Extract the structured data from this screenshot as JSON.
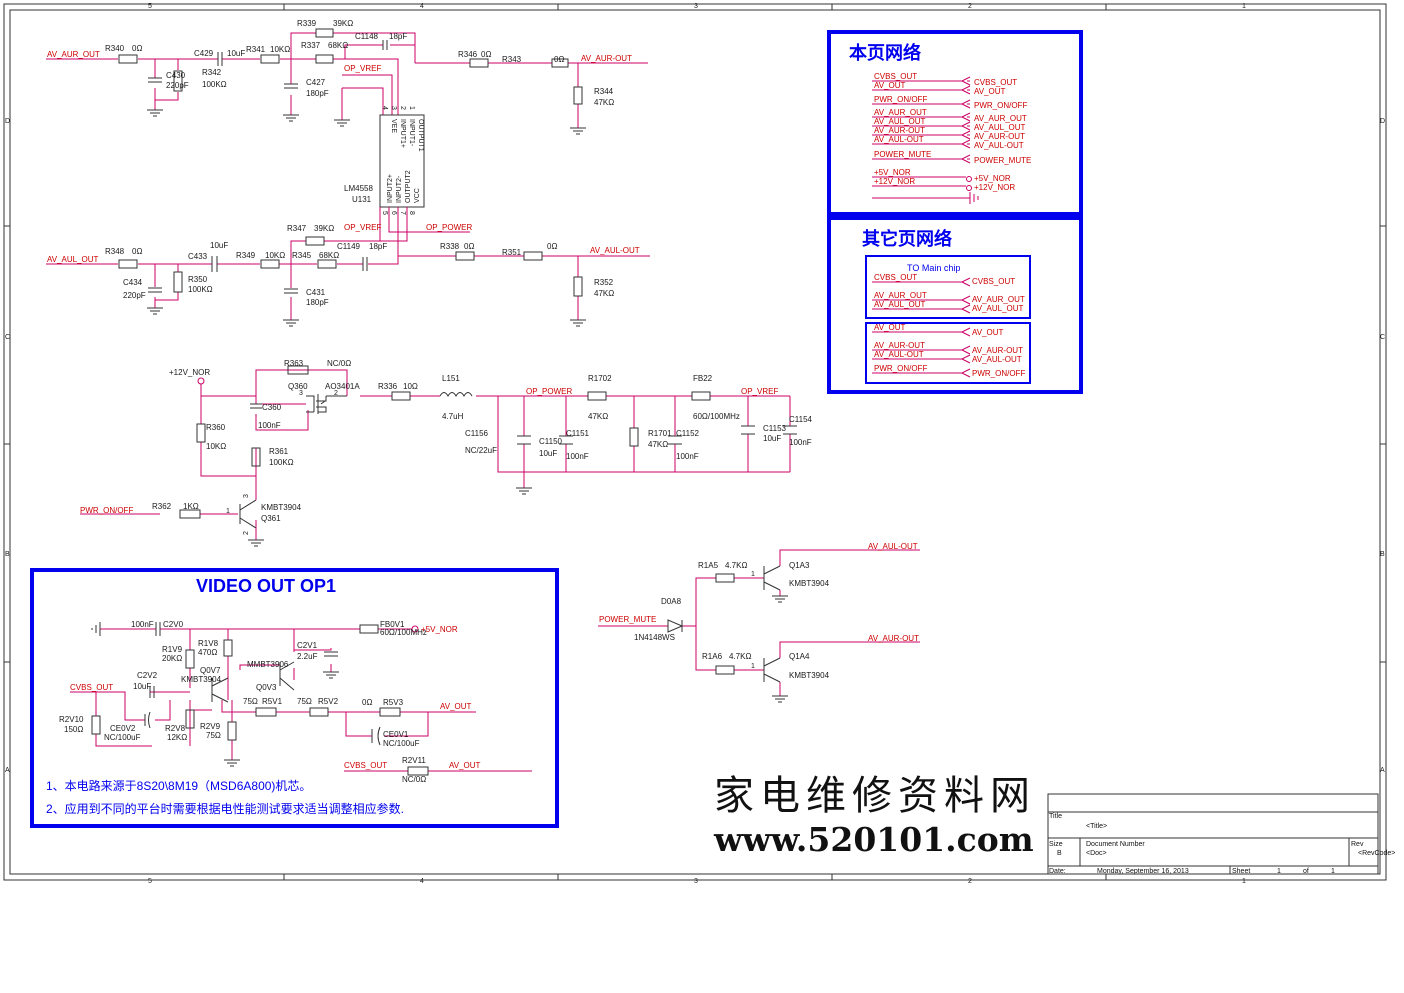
{
  "frame": {
    "cols": [
      "5",
      "4",
      "3",
      "2",
      "1"
    ],
    "rows": [
      "D",
      "C",
      "B",
      "A"
    ]
  },
  "aur_stage": {
    "net_in": "AV_AUR_OUT",
    "net_out": "AV_AUR-OUT",
    "vref": "OP_VREF",
    "R340": [
      "R340",
      "0Ω"
    ],
    "C429": [
      "C429",
      "10uF"
    ],
    "R341": [
      "R341",
      "10KΩ"
    ],
    "R339": [
      "R339",
      "39KΩ"
    ],
    "R337": [
      "R337",
      "68KΩ"
    ],
    "C1148": [
      "C1148",
      "18pF"
    ],
    "C430": [
      "C430",
      "220pF"
    ],
    "R342": [
      "R342",
      "100KΩ"
    ],
    "C427": [
      "C427",
      "180pF"
    ],
    "R346": [
      "R346",
      "0Ω"
    ],
    "R343": [
      "R343",
      "0Ω"
    ],
    "R344": [
      "R344",
      "47KΩ"
    ]
  },
  "aul_stage": {
    "net_in": "AV_AUL_OUT",
    "net_out": "AV_AUL-OUT",
    "vref": "OP_VREF",
    "power": "OP_POWER",
    "R348": [
      "R348",
      "0Ω"
    ],
    "C433": [
      "C433",
      "10uF"
    ],
    "R349": [
      "R349",
      "10KΩ"
    ],
    "R347": [
      "R347",
      "39KΩ"
    ],
    "R345": [
      "R345",
      "68KΩ"
    ],
    "C1149": [
      "C1149",
      "18pF"
    ],
    "C434": [
      "C434",
      "220pF"
    ],
    "R350": [
      "R350",
      "100KΩ"
    ],
    "C431": [
      "C431",
      "180pF"
    ],
    "R338": [
      "R338",
      "0Ω"
    ],
    "R351": [
      "R351",
      "0Ω"
    ],
    "R352": [
      "R352",
      "47KΩ"
    ]
  },
  "opamp": {
    "part": "LM4558",
    "ref": "U131",
    "top_pins": [
      "VEE",
      "INPUT1+",
      "INPUT1-",
      "OUTPUT1"
    ],
    "top_nums": [
      "4",
      "3",
      "2",
      "1"
    ],
    "bot_pins": [
      "INPUT2+",
      "INPUT2-",
      "OUTPUT2",
      "VCC"
    ],
    "bot_nums": [
      "5",
      "6",
      "7",
      "8"
    ]
  },
  "power_stage": {
    "rail": "+12V_NOR",
    "R363": [
      "R363",
      "NC/0Ω"
    ],
    "Q360": [
      "Q360",
      "AO3401A"
    ],
    "C360": [
      "C360",
      "100nF"
    ],
    "R360": [
      "R360",
      "10KΩ"
    ],
    "R361": [
      "R361",
      "100KΩ"
    ],
    "R336": [
      "R336",
      "10Ω"
    ],
    "L151": [
      "L151",
      "4.7uH"
    ],
    "op_power": "OP_POWER",
    "op_vref": "OP_VREF",
    "R1702": [
      "R1702",
      "47KΩ"
    ],
    "FB22": [
      "FB22",
      "60Ω/100MHz"
    ],
    "C1156": [
      "C1156",
      "NC/22uF"
    ],
    "C1150": [
      "C1150",
      "10uF"
    ],
    "C1151": [
      "C1151",
      "100nF"
    ],
    "R1701": [
      "R1701",
      "47KΩ"
    ],
    "C1152": [
      "C1152",
      "100nF"
    ],
    "C1153": [
      "C1153",
      "10uF"
    ],
    "C1154": [
      "C1154",
      "100nF"
    ],
    "ctrl_net": "PWR_ON/OFF",
    "R362": [
      "R362",
      "1KΩ"
    ],
    "Q361": [
      "Q361",
      "KMBT3904"
    ]
  },
  "mute_stage": {
    "net_in": "POWER_MUTE",
    "D0A8": [
      "D0A8",
      "1N4148WS"
    ],
    "R1A5": [
      "R1A5",
      "4.7KΩ"
    ],
    "R1A6": [
      "R1A6",
      "4.7KΩ"
    ],
    "Q1A3": [
      "Q1A3",
      "KMBT3904"
    ],
    "Q1A4": [
      "Q1A4",
      "KMBT3904"
    ],
    "out_l": "AV_AUL-OUT",
    "out_r": "AV_AUR-OUT"
  },
  "this_page": {
    "title": "本页网络",
    "rows": [
      {
        "left": "CVBS_OUT",
        "right": "CVBS_OUT"
      },
      {
        "left": "AV_OUT",
        "right": "AV_OUT"
      },
      {
        "left": "PWR_ON/OFF",
        "right": "PWR_ON/OFF"
      },
      {
        "left": "AV_AUR_OUT",
        "right": "AV_AUR_OUT"
      },
      {
        "left": "AV_AUL_OUT",
        "right": "AV_AUL_OUT"
      },
      {
        "left": "AV_AUR-OUT",
        "right": "AV_AUR-OUT"
      },
      {
        "left": "AV_AUL-OUT",
        "right": "AV_AUL-OUT"
      },
      {
        "left": "POWER_MUTE",
        "right": "POWER_MUTE"
      },
      {
        "left": "+5V_NOR",
        "right": "+5V_NOR"
      },
      {
        "left": "+12V_NOR",
        "right": "+12V_NOR"
      }
    ]
  },
  "other_page": {
    "title": "其它页网络",
    "box1_title": "TO Main chip",
    "box1": [
      {
        "left": "CVBS_OUT",
        "right": "CVBS_OUT"
      },
      {
        "left": "AV_AUR_OUT",
        "right": "AV_AUR_OUT"
      },
      {
        "left": "AV_AUL_OUT",
        "right": "AV_AUL_OUT"
      }
    ],
    "box2": [
      {
        "left": "AV_OUT",
        "right": "AV_OUT"
      },
      {
        "left": "AV_AUR-OUT",
        "right": "AV_AUR-OUT"
      },
      {
        "left": "AV_AUL-OUT",
        "right": "AV_AUL-OUT"
      },
      {
        "left": "PWR_ON/OFF",
        "right": "PWR_ON/OFF"
      }
    ]
  },
  "video": {
    "title": "VIDEO OUT OP1",
    "C2V0": [
      "C2V0",
      "100nF"
    ],
    "FB0V1": [
      "FB0V1",
      "60Ω/100MHz"
    ],
    "rail": "+5V_NOR",
    "R1V8": [
      "R1V8",
      "470Ω"
    ],
    "R1V9": [
      "R1V9",
      "20KΩ"
    ],
    "C2V1": [
      "C2V1",
      "2.2uF"
    ],
    "Q0V7": [
      "Q0V7",
      "KMBT3904"
    ],
    "Q0V3": [
      "Q0V3",
      "MMBT3906"
    ],
    "net_in": "CVBS_OUT",
    "C2V2": [
      "C2V2",
      "10uF"
    ],
    "R2V10": [
      "R2V10",
      "150Ω"
    ],
    "CE0V2": [
      "CE0V2",
      "NC/100uF"
    ],
    "R2V8": [
      "R2V8",
      "12KΩ"
    ],
    "R2V9": [
      "R2V9",
      "75Ω"
    ],
    "R5V1": [
      "R5V1",
      "75Ω"
    ],
    "R5V2": [
      "R5V2",
      "75Ω"
    ],
    "R5V3": [
      "R5V3",
      "0Ω"
    ],
    "CE0V1": [
      "CE0V1",
      "NC/100uF"
    ],
    "net_out": "AV_OUT",
    "R2V11": [
      "R2V11",
      "NC/0Ω"
    ],
    "bypass_in": "CVBS_OUT",
    "bypass_out": "AV_OUT",
    "note1": "1、本电路来源于8S20\\8M19（MSD6A800)机芯。",
    "note2": "2、应用到不同的平台时需要根据电性能测试要求适当调整相应参数."
  },
  "watermark": {
    "cn": "家电维修资料网",
    "url": "www.520101.com"
  },
  "title_block": {
    "title_label": "Title",
    "title_value": "<Title>",
    "size_label": "Size",
    "size_value": "B",
    "doc_label": "Document Number",
    "doc_value": "<Doc>",
    "rev_label": "Rev",
    "rev_value": "<RevCode>",
    "date_label": "Date:",
    "date_value": "Monday, September 16, 2013",
    "sheet_label": "Sheet",
    "sheet_value": "1",
    "of_label": "of",
    "of_value": "1"
  }
}
